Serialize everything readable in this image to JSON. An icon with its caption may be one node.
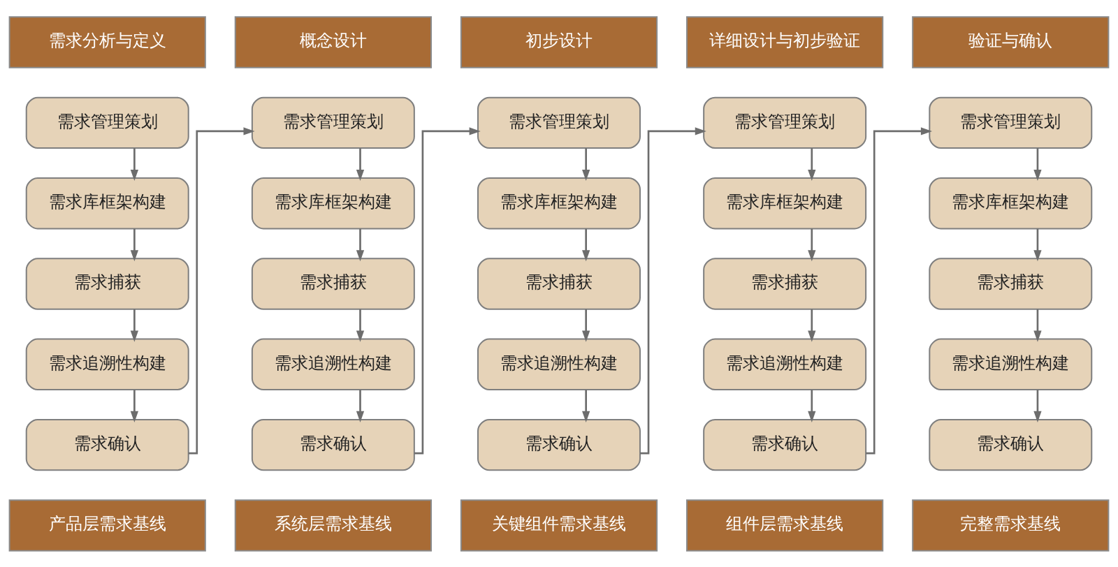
{
  "diagram": {
    "nodes": [
      {
        "text": [
          "需求分析与定义"
        ]
      },
      {
        "text": [
          "概念设计"
        ]
      },
      {
        "text": [
          "初步设计"
        ]
      },
      {
        "text": [
          "详细设计与初步验证"
        ]
      },
      {
        "text": [
          "验证与确认"
        ]
      },
      {
        "text": [
          "需求管理策划"
        ]
      },
      {
        "text": [
          "需求库框架构建"
        ]
      },
      {
        "text": [
          "需求捕获"
        ]
      },
      {
        "text": [
          "需求追溯性构建"
        ]
      },
      {
        "text": [
          "需求确认"
        ]
      },
      {
        "text": [
          "需求管理策划"
        ]
      },
      {
        "text": [
          "需求库框架构建"
        ]
      },
      {
        "text": [
          "需求捕获"
        ]
      },
      {
        "text": [
          "需求追溯性构建"
        ]
      },
      {
        "text": [
          "需求确认"
        ]
      },
      {
        "text": [
          "需求管理策划"
        ]
      },
      {
        "text": [
          "需求库框架构建"
        ]
      },
      {
        "text": [
          "需求捕获"
        ]
      },
      {
        "text": [
          "需求追溯性构建"
        ]
      },
      {
        "text": [
          "需求确认"
        ]
      },
      {
        "text": [
          "需求管理策划"
        ]
      },
      {
        "text": [
          "需求库框架构建"
        ]
      },
      {
        "text": [
          "需求捕获"
        ]
      },
      {
        "text": [
          "需求追溯性构建"
        ]
      },
      {
        "text": [
          "需求确认"
        ]
      },
      {
        "text": [
          "需求管理策划"
        ]
      },
      {
        "text": [
          "需求库框架构建"
        ]
      },
      {
        "text": [
          "需求捕获"
        ]
      },
      {
        "text": [
          "需求追溯性构建"
        ]
      },
      {
        "text": [
          "需求确认"
        ]
      },
      {
        "text": [
          "产品层需求基线"
        ]
      },
      {
        "text": [
          "系统层需求基线"
        ]
      },
      {
        "text": [
          "关键组件需求基线"
        ]
      },
      {
        "text": [
          "组件层需求基线"
        ]
      },
      {
        "text": [
          "完整需求基线"
        ]
      }
    ],
    "edges": [
      {
        "from": 5,
        "to": 6,
        "arrow": "to"
      },
      {
        "from": 6,
        "to": 7,
        "arrow": "to"
      },
      {
        "from": 7,
        "to": 8,
        "arrow": "to"
      },
      {
        "from": 8,
        "to": 9,
        "arrow": "to"
      },
      {
        "from": 9,
        "to": 10,
        "arrow": "to"
      },
      {
        "from": 10,
        "to": 11,
        "arrow": "to"
      },
      {
        "from": 11,
        "to": 12,
        "arrow": "to"
      },
      {
        "from": 12,
        "to": 13,
        "arrow": "to"
      },
      {
        "from": 13,
        "to": 14,
        "arrow": "to"
      },
      {
        "from": 14,
        "to": 15,
        "arrow": "to"
      },
      {
        "from": 15,
        "to": 16,
        "arrow": "to"
      },
      {
        "from": 16,
        "to": 17,
        "arrow": "to"
      },
      {
        "from": 17,
        "to": 18,
        "arrow": "to"
      },
      {
        "from": 18,
        "to": 19,
        "arrow": "to"
      },
      {
        "from": 19,
        "to": 20,
        "arrow": "to"
      },
      {
        "from": 20,
        "to": 21,
        "arrow": "to"
      },
      {
        "from": 21,
        "to": 22,
        "arrow": "to"
      },
      {
        "from": 22,
        "to": 23,
        "arrow": "to"
      },
      {
        "from": 23,
        "to": 24,
        "arrow": "to"
      },
      {
        "from": 24,
        "to": 25,
        "arrow": "to"
      },
      {
        "from": 25,
        "to": 26,
        "arrow": "to"
      },
      {
        "from": 26,
        "to": 27,
        "arrow": "to"
      },
      {
        "from": 27,
        "to": 28,
        "arrow": "to"
      },
      {
        "from": 28,
        "to": 29,
        "arrow": "to"
      }
    ]
  }
}
